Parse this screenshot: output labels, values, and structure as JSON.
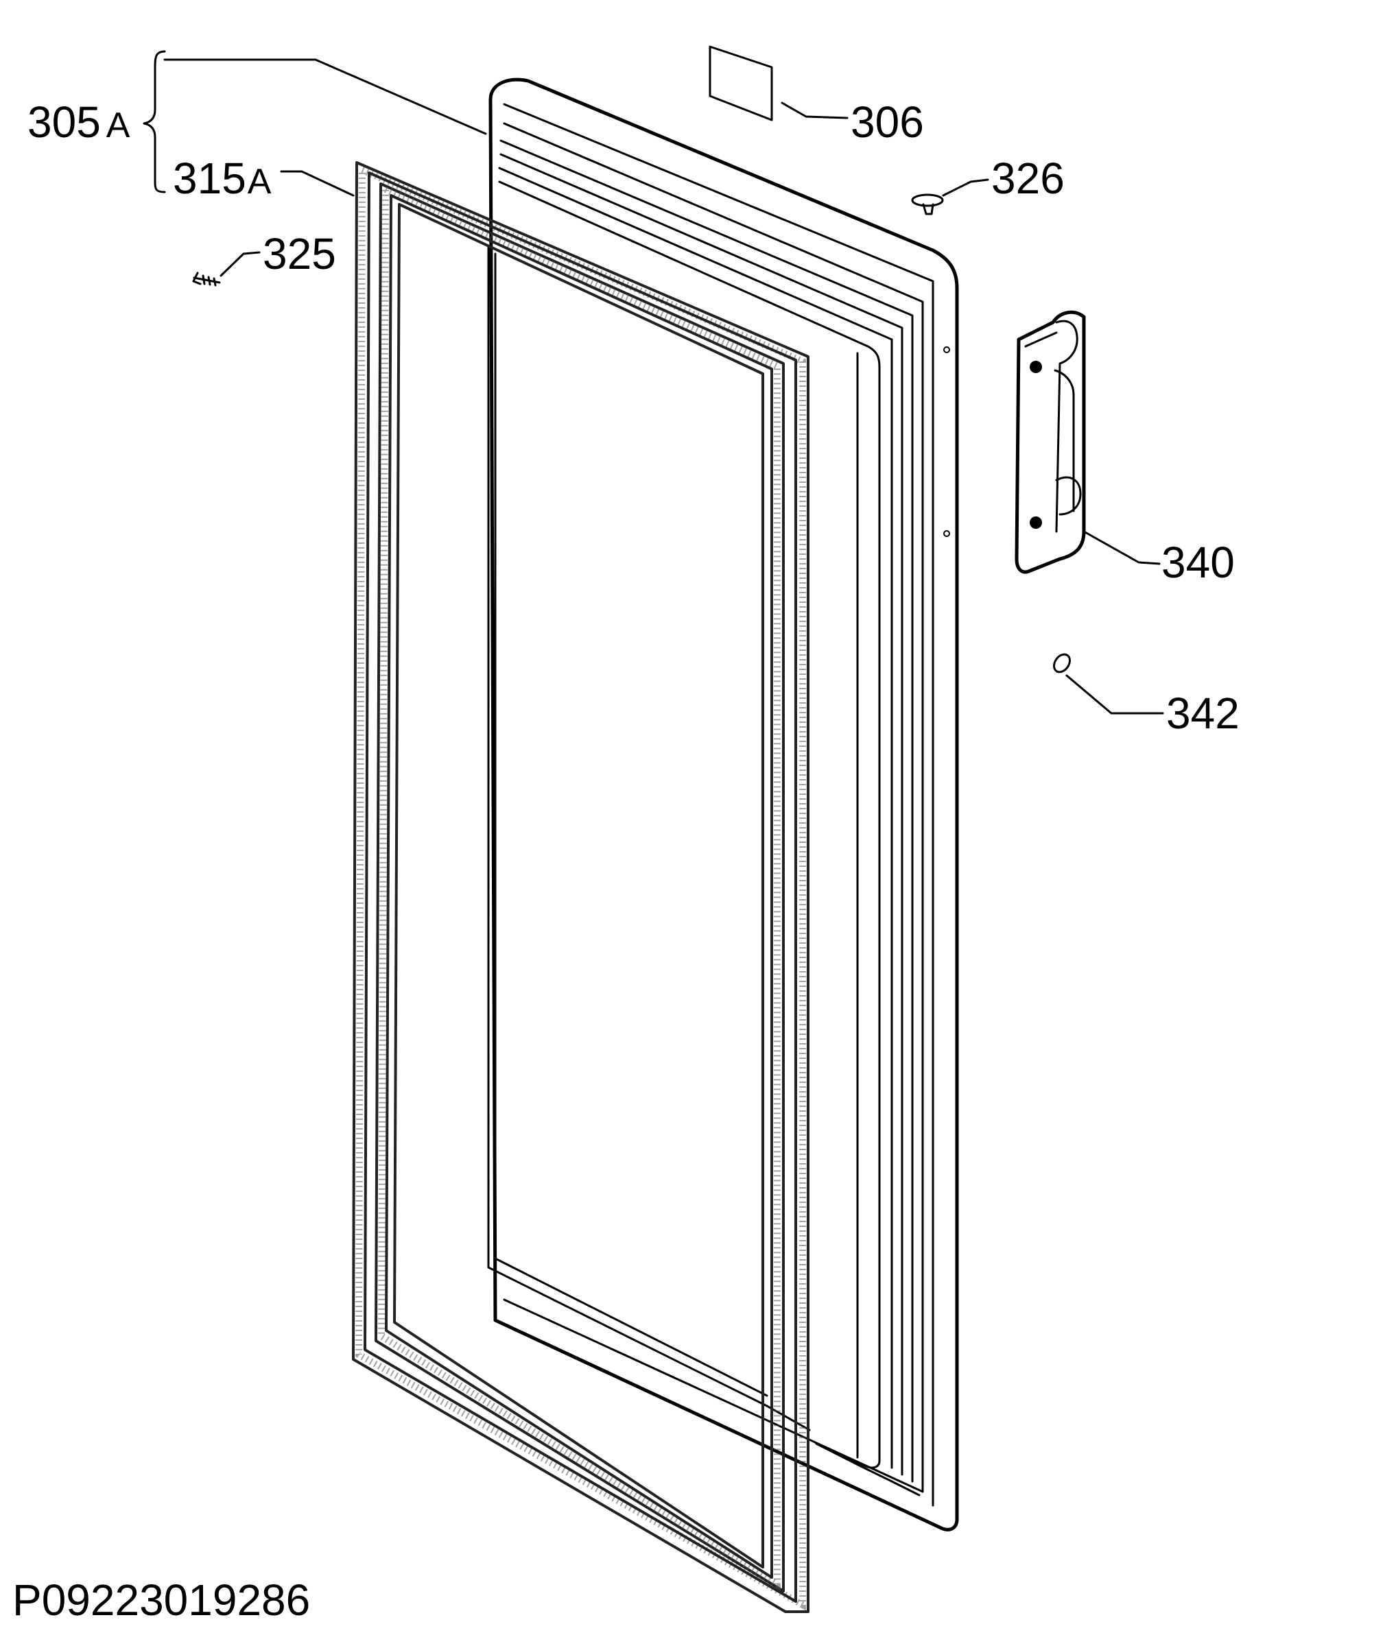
{
  "diagram": {
    "line_color": "#000000",
    "background": "#ffffff",
    "document_number": "P09223019286",
    "callouts": [
      {
        "id": "305A",
        "number": "305",
        "suffix": "A"
      },
      {
        "id": "315A",
        "number": "315",
        "suffix": "A"
      },
      {
        "id": "306",
        "number": "306",
        "suffix": ""
      },
      {
        "id": "326",
        "number": "326",
        "suffix": ""
      },
      {
        "id": "325",
        "number": "325",
        "suffix": ""
      },
      {
        "id": "340",
        "number": "340",
        "suffix": ""
      },
      {
        "id": "342",
        "number": "342",
        "suffix": ""
      }
    ]
  }
}
